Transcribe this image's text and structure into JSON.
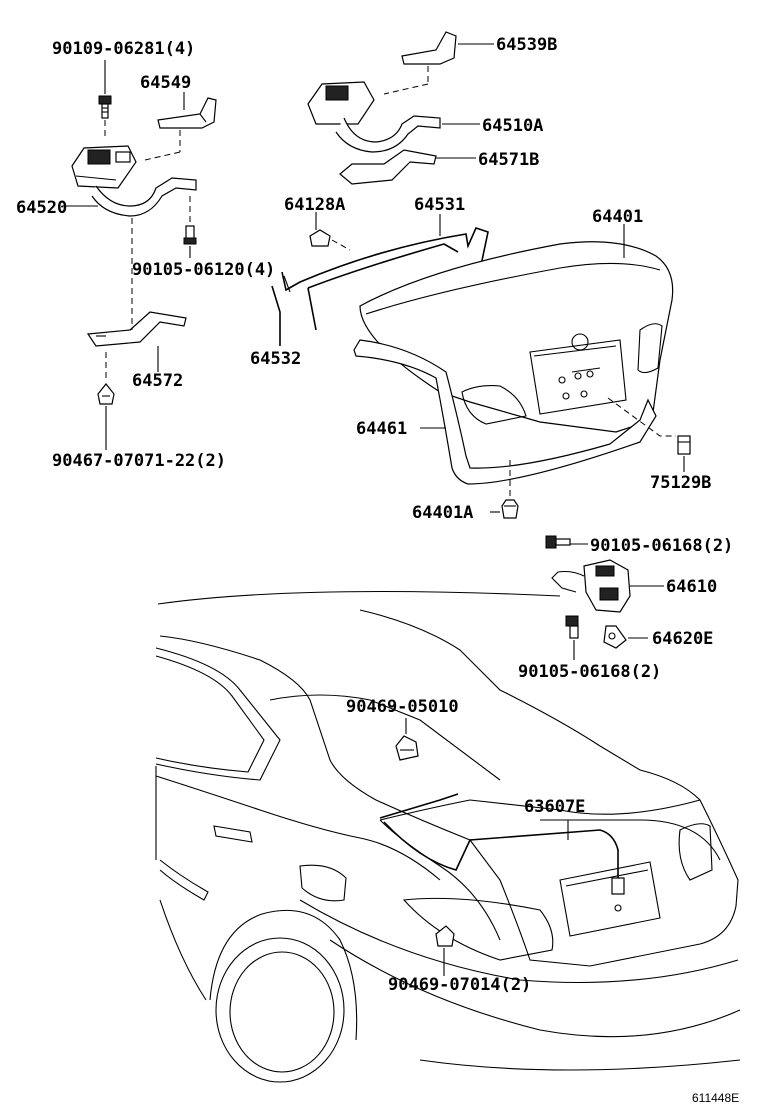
{
  "labels": {
    "p90109": "90109-06281(4)",
    "p64549": "64549",
    "p64520": "64520",
    "p90105a": "90105-06120(4)",
    "p64572": "64572",
    "p90467": "90467-07071-22(2)",
    "p64539B": "64539B",
    "p64510A": "64510A",
    "p64571B": "64571B",
    "p64128A": "64128A",
    "p64531": "64531",
    "p64532": "64532",
    "p64401": "64401",
    "p64461": "64461",
    "p75129B": "75129B",
    "p64401A": "64401A",
    "p90105b": "90105-06168(2)",
    "p64610": "64610",
    "p64620E": "64620E",
    "p90105c": "90105-06168(2)",
    "p90469a": "90469-05010",
    "p63607E": "63607E",
    "p90469b": "90469-07014(2)"
  },
  "figure_id": "611448E"
}
